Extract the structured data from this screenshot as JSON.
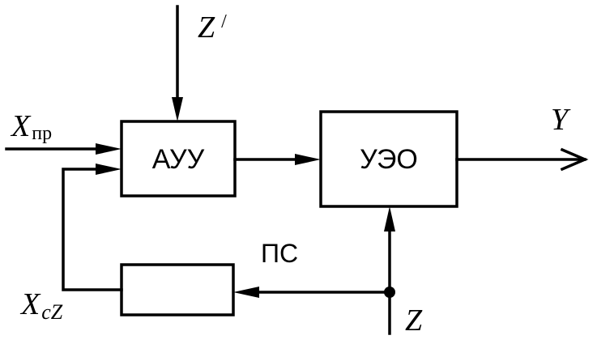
{
  "blocks": {
    "auu": "АУУ",
    "ueo": "УЭО",
    "feedback": ""
  },
  "labels": {
    "x_pr_main": "X",
    "x_pr_sub": "пр",
    "z_prime_main": "Z",
    "z_prime_mark": "/",
    "y": "Y",
    "ps": "ПС",
    "x_cz_main": "X",
    "x_cz_sub": "cZ",
    "z": "Z"
  }
}
